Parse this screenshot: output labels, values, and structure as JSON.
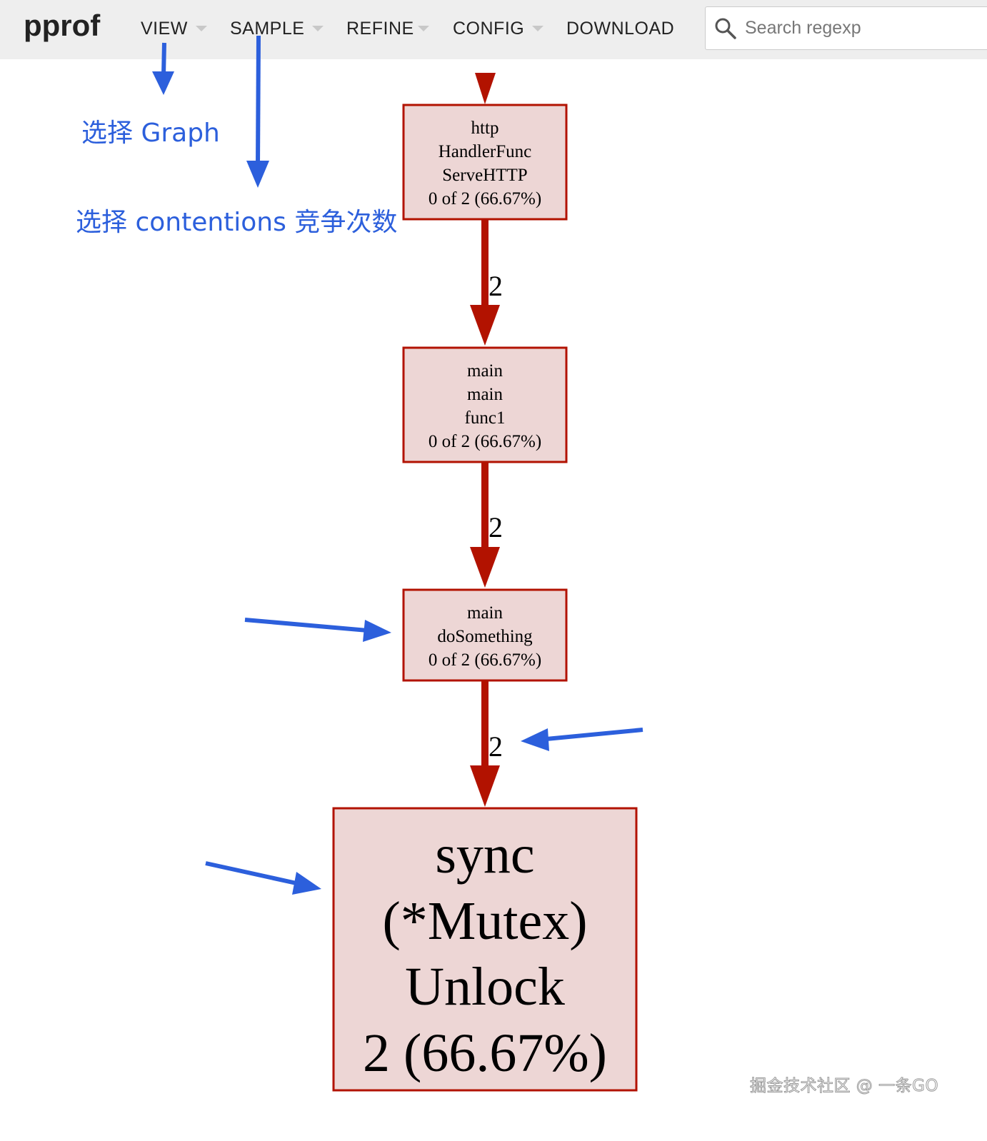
{
  "header": {
    "logo": "pprof",
    "menu": [
      {
        "label": "VIEW",
        "dropdown": true
      },
      {
        "label": "SAMPLE",
        "dropdown": true
      },
      {
        "label": "REFINE",
        "dropdown": true
      },
      {
        "label": "CONFIG",
        "dropdown": true
      },
      {
        "label": "DOWNLOAD",
        "dropdown": false
      }
    ],
    "search": {
      "placeholder": "Search regexp",
      "icon": "search-icon"
    }
  },
  "graph": {
    "nodes": [
      {
        "lines": [
          "http",
          "HandlerFunc",
          "ServeHTTP",
          "0 of 2 (66.67%)"
        ]
      },
      {
        "lines": [
          "main",
          "main",
          "func1",
          "0 of 2 (66.67%)"
        ]
      },
      {
        "lines": [
          "main",
          "doSomething",
          "0 of 2 (66.67%)"
        ]
      },
      {
        "lines": [
          "sync",
          "(*Mutex)",
          "Unlock",
          "2 (66.67%)"
        ]
      }
    ],
    "edges": [
      {
        "label": "2"
      },
      {
        "label": "2"
      },
      {
        "label": "2"
      }
    ],
    "colors": {
      "edge": "#b21200",
      "node_fill": "#edd6d5",
      "node_border": "#b21200"
    }
  },
  "annotations": {
    "select_graph": "选择 Graph",
    "select_contentions": "选择 contentions 竞争次数",
    "color": "#2c5fdc"
  },
  "watermark": "掘金技术社区 @ 一条GO"
}
